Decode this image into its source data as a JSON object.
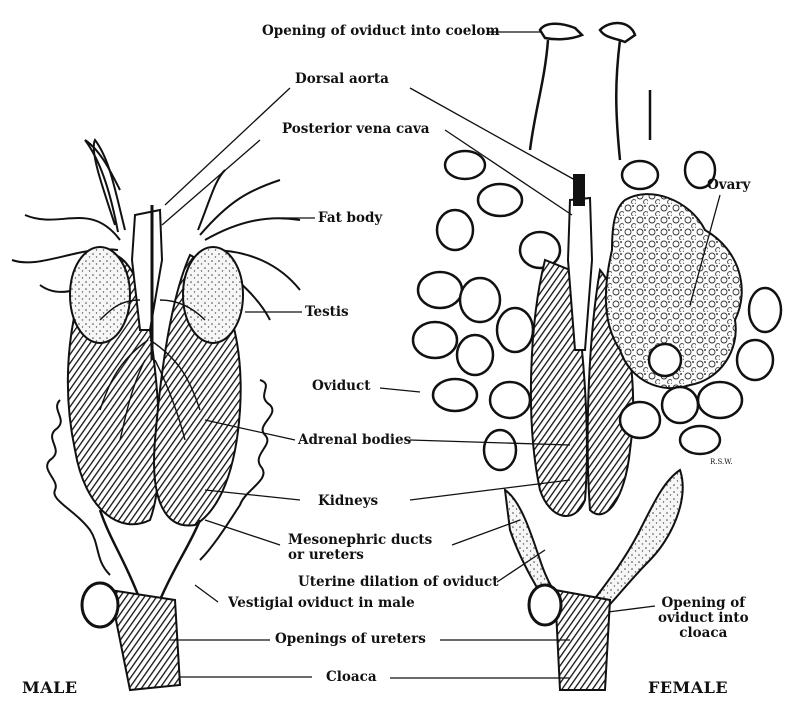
{
  "figure": {
    "labels": {
      "opening_oviduct_coelom": "Opening of oviduct into coelom",
      "dorsal_aorta": "Dorsal aorta",
      "posterior_vena_cava": "Posterior vena cava",
      "fat_body": "Fat body",
      "ovary": "Ovary",
      "testis": "Testis",
      "oviduct": "Oviduct",
      "adrenal_bodies": "Adrenal bodies",
      "kidneys": "Kidneys",
      "mesonephric_ducts": "Mesonephric ducts\nor ureters",
      "uterine_dilation": "Uterine dilation of oviduct",
      "vestigial_oviduct": "Vestigial oviduct in male",
      "opening_oviduct_cloaca": "Opening of\noviduct into\ncloaca",
      "openings_ureters": "Openings of ureters",
      "cloaca": "Cloaca",
      "male": "MALE",
      "female": "FEMALE",
      "artist_mark": "R.S.W."
    }
  },
  "colors": {
    "ink": "#111111",
    "paper": "#ffffff"
  }
}
